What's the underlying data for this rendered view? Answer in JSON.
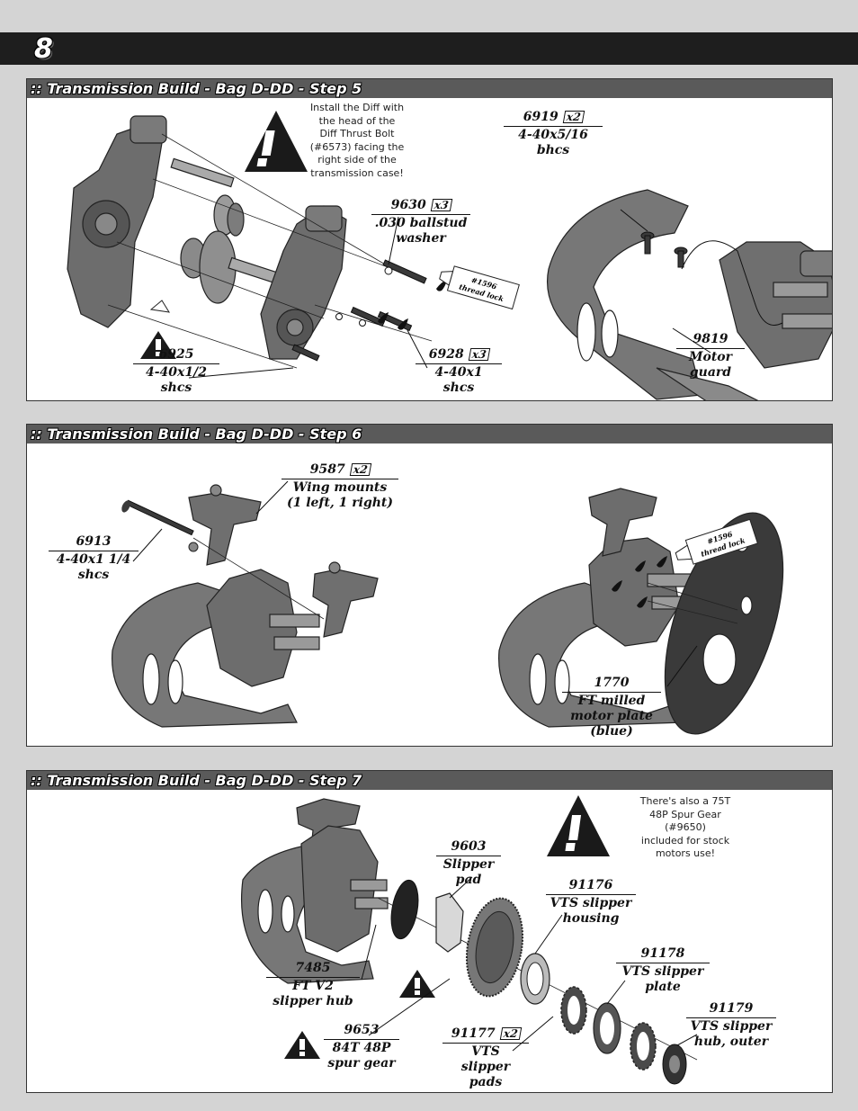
{
  "page": {
    "number": "8"
  },
  "steps": [
    {
      "title": ":: Transmission Build - Bag D-DD - Step 5",
      "note": [
        "Install the Diff with",
        "the head of the",
        "Diff Thrust Bolt",
        "(#6573) facing the",
        "right side of the",
        "transmission case!"
      ],
      "thread_lock": [
        "#1596",
        "thread lock"
      ],
      "parts": [
        {
          "num": "6919",
          "qty": "x2",
          "desc": [
            "4-40x5/16",
            "bhcs"
          ]
        },
        {
          "num": "9630",
          "qty": "x3",
          "desc": [
            ".030 ballstud",
            "washer"
          ]
        },
        {
          "num": "6925",
          "qty": "",
          "desc": [
            "4-40x1/2",
            "shcs"
          ]
        },
        {
          "num": "6928",
          "qty": "x3",
          "desc": [
            "4-40x1",
            "shcs"
          ]
        },
        {
          "num": "9819",
          "qty": "",
          "desc": [
            "Motor",
            "guard"
          ]
        }
      ]
    },
    {
      "title": ":: Transmission Build - Bag D-DD - Step 6",
      "thread_lock": [
        "#1596",
        "thread lock"
      ],
      "parts": [
        {
          "num": "9587",
          "qty": "x2",
          "desc": [
            "Wing mounts",
            "(1 left, 1 right)"
          ]
        },
        {
          "num": "6913",
          "qty": "",
          "desc": [
            "4-40x1 1/4",
            "shcs"
          ]
        },
        {
          "num": "1770",
          "qty": "",
          "desc": [
            "FT milled",
            "motor plate",
            "(blue)"
          ]
        }
      ]
    },
    {
      "title": ":: Transmission Build - Bag D-DD - Step 7",
      "note": [
        "There's also a 75T",
        "48P Spur Gear",
        "(#9650)",
        "included for stock",
        "motors use!"
      ],
      "parts": [
        {
          "num": "9603",
          "qty": "",
          "desc": [
            "Slipper",
            "pad"
          ]
        },
        {
          "num": "91176",
          "qty": "",
          "desc": [
            "VTS slipper",
            "housing"
          ]
        },
        {
          "num": "91178",
          "qty": "",
          "desc": [
            "VTS slipper",
            "plate"
          ]
        },
        {
          "num": "91179",
          "qty": "",
          "desc": [
            "VTS slipper",
            "hub, outer"
          ]
        },
        {
          "num": "7485",
          "qty": "",
          "desc": [
            "FT V2",
            "slipper hub"
          ]
        },
        {
          "num": "9653",
          "qty": "",
          "desc": [
            "84T 48P",
            "spur gear"
          ]
        },
        {
          "num": "91177",
          "qty": "x2",
          "desc": [
            "VTS",
            "slipper",
            "pads"
          ]
        }
      ]
    }
  ]
}
